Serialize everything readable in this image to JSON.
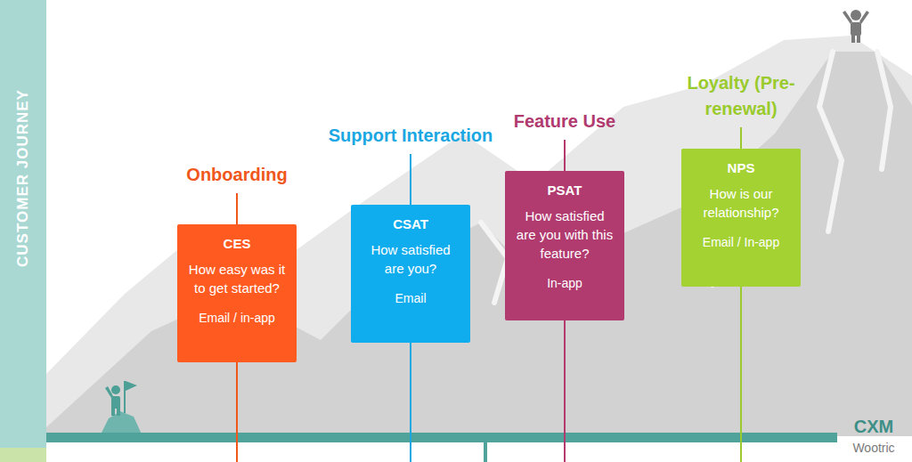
{
  "diagram": {
    "nodes": [
      {
        "text": [
          "Onboarding",
          "CES",
          "How easy was it to get started?",
          "Email / in-app"
        ]
      },
      {
        "text": [
          "Support Interaction",
          "CSAT",
          "How satisfied are you?",
          "Email"
        ]
      },
      {
        "text": [
          "Feature Use",
          "PSAT",
          "How satisfied are you with this feature?",
          "In-app"
        ]
      },
      {
        "text": [
          "Loyalty (Pre-renewal)",
          "NPS",
          "How is our relationship?",
          "Email / In-app"
        ]
      }
    ],
    "labels": [
      "CUSTOMER JOURNEY",
      "CXM",
      "Wootric"
    ]
  }
}
